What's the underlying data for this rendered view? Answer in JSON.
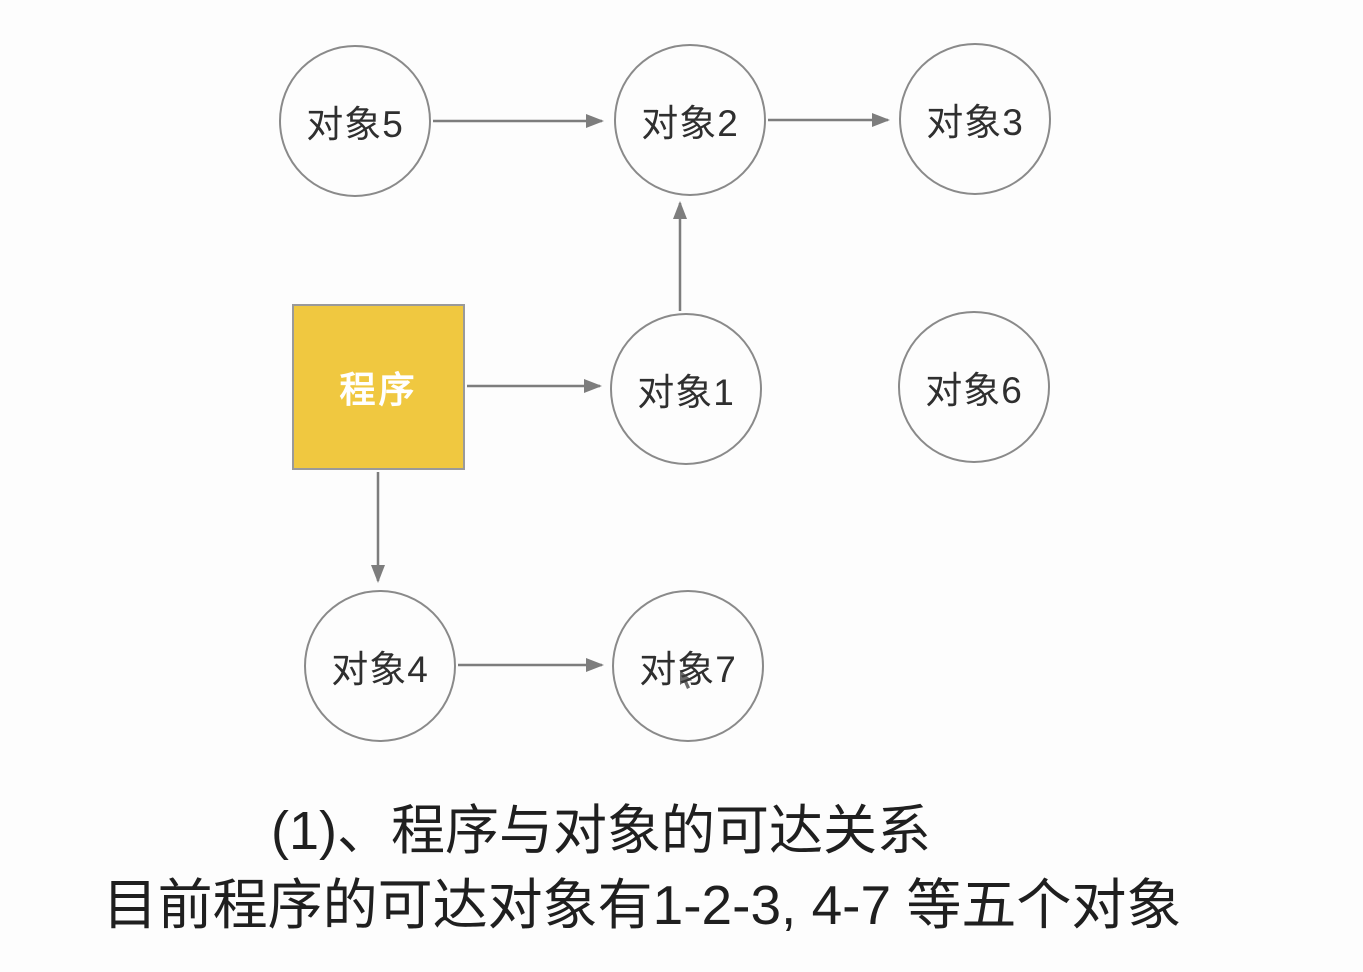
{
  "diagram": {
    "title_hint": "程序与对象可达关系图",
    "program": {
      "label": "程序"
    },
    "nodes": [
      {
        "id": "obj5",
        "label": "对象5"
      },
      {
        "id": "obj2",
        "label": "对象2"
      },
      {
        "id": "obj3",
        "label": "对象3"
      },
      {
        "id": "obj1",
        "label": "对象1"
      },
      {
        "id": "obj6",
        "label": "对象6"
      },
      {
        "id": "obj4",
        "label": "对象4"
      },
      {
        "id": "obj7",
        "label": "对象7"
      }
    ],
    "edges": [
      {
        "from": "对象5",
        "to": "对象2"
      },
      {
        "from": "对象2",
        "to": "对象3"
      },
      {
        "from": "对象1",
        "to": "对象2"
      },
      {
        "from": "程序",
        "to": "对象1"
      },
      {
        "from": "程序",
        "to": "对象4"
      },
      {
        "from": "对象4",
        "to": "对象7"
      }
    ],
    "colors": {
      "program_fill": "#f0c840",
      "program_border": "#9a9a9a",
      "program_text": "#ffffff",
      "circle_border": "#8a8a8a",
      "node_text": "#2f2f2f",
      "arrow": "#7d7d7d",
      "background": "#fdfdfd"
    }
  },
  "caption": {
    "line1": "(1)、程序与对象的可达关系",
    "line2": "目前程序的可达对象有1-2-3, 4-7 等五个对象"
  }
}
